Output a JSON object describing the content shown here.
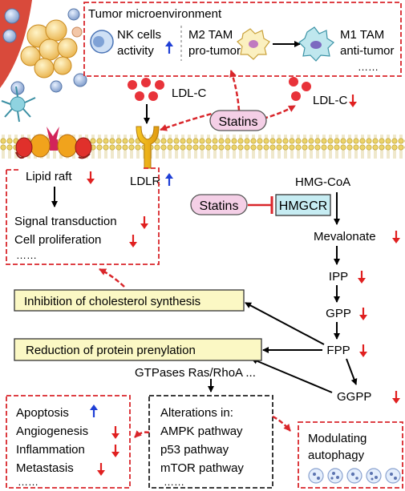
{
  "tme": {
    "title": "Tumor microenvironment",
    "nk_line1": "NK cells",
    "nk_line2": "activity",
    "m2_line1": "M2 TAM",
    "m2_line2": "pro-tumor",
    "m1_line1": "M1 TAM",
    "m1_line2": "anti-tumor",
    "ellipsis": "……"
  },
  "ldlc_left": "LDL-C",
  "ldlc_right": "LDL-C",
  "statins_top": "Statins",
  "statins_mid": "Statins",
  "ldlr": "LDLR",
  "hmgcr": "HMGCR",
  "raft_box": {
    "lipid_raft": "Lipid raft",
    "signal": "Signal transduction",
    "proliferation": "Cell proliferation",
    "ellipsis": "……"
  },
  "pathway": {
    "hmgcoa": "HMG-CoA",
    "mevalonate": "Mevalonate",
    "ipp": "IPP",
    "gpp": "GPP",
    "fpp": "FPP",
    "ggpp": "GGPP"
  },
  "inhibition_box": "Inhibition of cholesterol synthesis",
  "prenylation_box": "Reduction of protein prenylation",
  "gtpases": "GTPases Ras/RhoA ...",
  "outcomes": {
    "apoptosis": "Apoptosis",
    "angiogenesis": "Angiogenesis",
    "inflammation": "Inflammation",
    "metastasis": "Metastasis",
    "ellipsis": "……"
  },
  "alterations": {
    "title": "Alterations in:",
    "ampk": "AMPK pathway",
    "p53": "p53 pathway",
    "mtor": "mTOR pathway",
    "ellipsis": "……"
  },
  "autophagy": {
    "line1": "Modulating",
    "line2": "autophagy"
  },
  "colors": {
    "dashed_red": "#d9262b",
    "up_arrow": "#1f3fd6",
    "down_arrow": "#e02020",
    "statins_fill": "#f4cfe6",
    "hmgcr_fill": "#c6ecf2",
    "yellow_box": "#fbf8c4",
    "ldlc_dot": "#e8333a"
  }
}
